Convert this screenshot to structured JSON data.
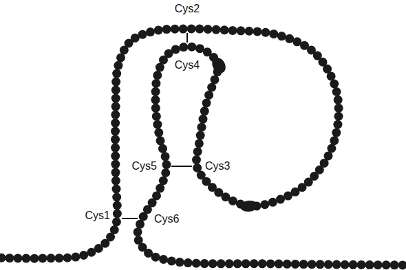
{
  "diagram": {
    "labels": [
      "Cys2",
      "Cys4",
      "Cys5",
      "Cys3",
      "Cys1",
      "Cys6"
    ]
  }
}
